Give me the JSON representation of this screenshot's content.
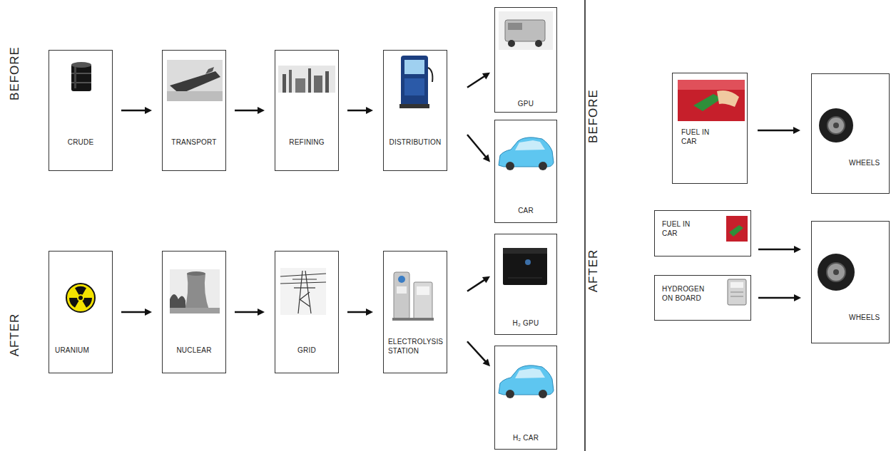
{
  "diagram": {
    "nodes": [
      {
        "text": [
          "CRUDE"
        ]
      },
      {
        "text": [
          "TRANSPORT"
        ]
      },
      {
        "text": [
          "REFINING"
        ]
      },
      {
        "text": [
          "DISTRIBUTION"
        ]
      },
      {
        "text": [
          "GPU"
        ]
      },
      {
        "text": [
          "CAR"
        ]
      },
      {
        "text": [
          "URANIUM"
        ]
      },
      {
        "text": [
          "NUCLEAR"
        ]
      },
      {
        "text": [
          "GRID"
        ]
      },
      {
        "text": [
          "ELECTROLYSIS STATION"
        ]
      },
      {
        "text": [
          "H₂ GPU"
        ]
      },
      {
        "text": [
          "H₂ CAR"
        ]
      },
      {
        "text": [
          "FUEL IN CAR"
        ]
      },
      {
        "text": [
          "WHEELS"
        ]
      },
      {
        "text": [
          "FUEL IN CAR"
        ]
      },
      {
        "text": [
          "HYDROGEN ON BOARD"
        ]
      },
      {
        "text": [
          "WHEELS"
        ]
      }
    ],
    "edges": [
      {
        "from": 0,
        "to": 1,
        "arrow": "to"
      },
      {
        "from": 1,
        "to": 2,
        "arrow": "to"
      },
      {
        "from": 2,
        "to": 3,
        "arrow": "to"
      },
      {
        "from": 3,
        "to": 4,
        "arrow": "to"
      },
      {
        "from": 3,
        "to": 5,
        "arrow": "to"
      },
      {
        "from": 6,
        "to": 7,
        "arrow": "to"
      },
      {
        "from": 7,
        "to": 8,
        "arrow": "to"
      },
      {
        "from": 8,
        "to": 9,
        "arrow": "to"
      },
      {
        "from": 9,
        "to": 10,
        "arrow": "to"
      },
      {
        "from": 9,
        "to": 11,
        "arrow": "to"
      },
      {
        "from": 12,
        "to": 13,
        "arrow": "to"
      },
      {
        "from": 14,
        "to": 16,
        "arrow": "to"
      },
      {
        "from": 15,
        "to": 16,
        "arrow": "to"
      }
    ],
    "labels": [
      "BEFORE",
      "AFTER",
      "BEFORE",
      "AFTER"
    ]
  }
}
